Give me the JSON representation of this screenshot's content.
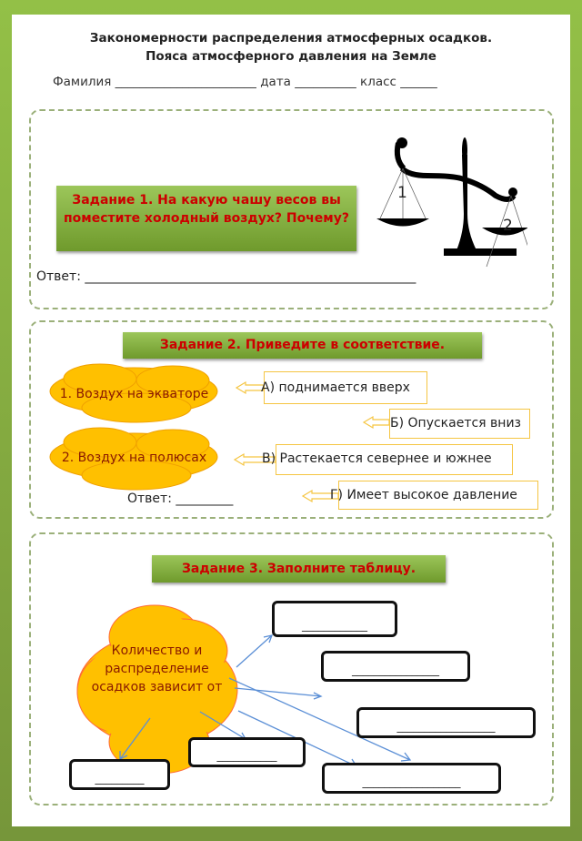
{
  "title_line1": "Закономерности распределения атмосферных осадков.",
  "title_line2": "Пояса атмосферного давления на Земле",
  "fields": "Фамилия _______________________ дата __________ класс ______",
  "task1": {
    "text": "Задание  1. На какую чашу весов вы поместите холодный воздух?  Почему?",
    "pan1": "1",
    "pan2": "2",
    "answer": "Ответ: ____________________________________________________"
  },
  "task2": {
    "header": "Задание 2. Приведите в соответствие.",
    "item1": "1. Воздух на экваторе",
    "item2": "2. Воздух на полюсах",
    "options": [
      "А) поднимается вверх",
      "Б) Опускается вниз",
      "В) Растекается севернее и южнее",
      "Г) Имеет высокое давление"
    ],
    "answer": "Ответ: _________"
  },
  "task3": {
    "header": "Задание 3. Заполните таблицу.",
    "center": "Количество и распределение осадков зависит от",
    "blanks": [
      "____________",
      "________________",
      "__________________",
      "___________",
      "_________",
      "__________________"
    ]
  },
  "colors": {
    "frame": "#8bb64a",
    "header_text": "#cc0000",
    "cloud": "#ffc000"
  }
}
